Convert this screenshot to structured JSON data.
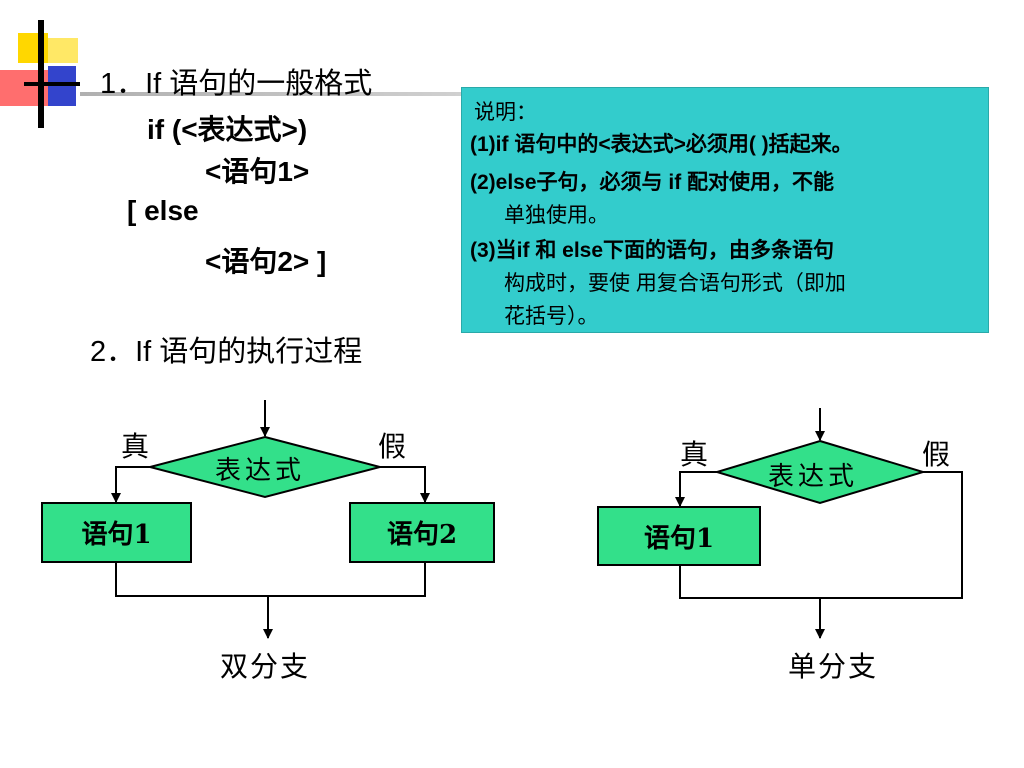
{
  "heading1": "1．If 语句的一般格式",
  "syntax": {
    "line1": "if (<表达式>)",
    "line2": "<语句1>",
    "line3": "[ else",
    "line4": "<语句2> ]"
  },
  "heading2": "2．If 语句的执行过程",
  "note": {
    "title": "说明：",
    "line1": "(1)if 语句中的<表达式>必须用( )括起来。",
    "line2a": "(2)else子句，必须与 if 配对使用，不能",
    "line2b": "单独使用。",
    "line3a": "(3)当if 和 else下面的语句，由多条语句",
    "line3b": "构成时，要使 用复合语句形式（即加",
    "line3c": "花括号）。"
  },
  "left_diagram": {
    "true_label": "真",
    "false_label": "假",
    "condition": "表达式",
    "stmt1": "语句1",
    "stmt2": "语句2",
    "caption": "双分支"
  },
  "right_diagram": {
    "true_label": "真",
    "false_label": "假",
    "condition": "表达式",
    "stmt1": "语句1",
    "caption": "单分支"
  },
  "colors": {
    "shape_fill": "#33e08a",
    "note_fill": "#33cccc",
    "logo_yellow": "#ffd700",
    "logo_red": "#ff4444",
    "logo_blue": "#3344cc"
  }
}
